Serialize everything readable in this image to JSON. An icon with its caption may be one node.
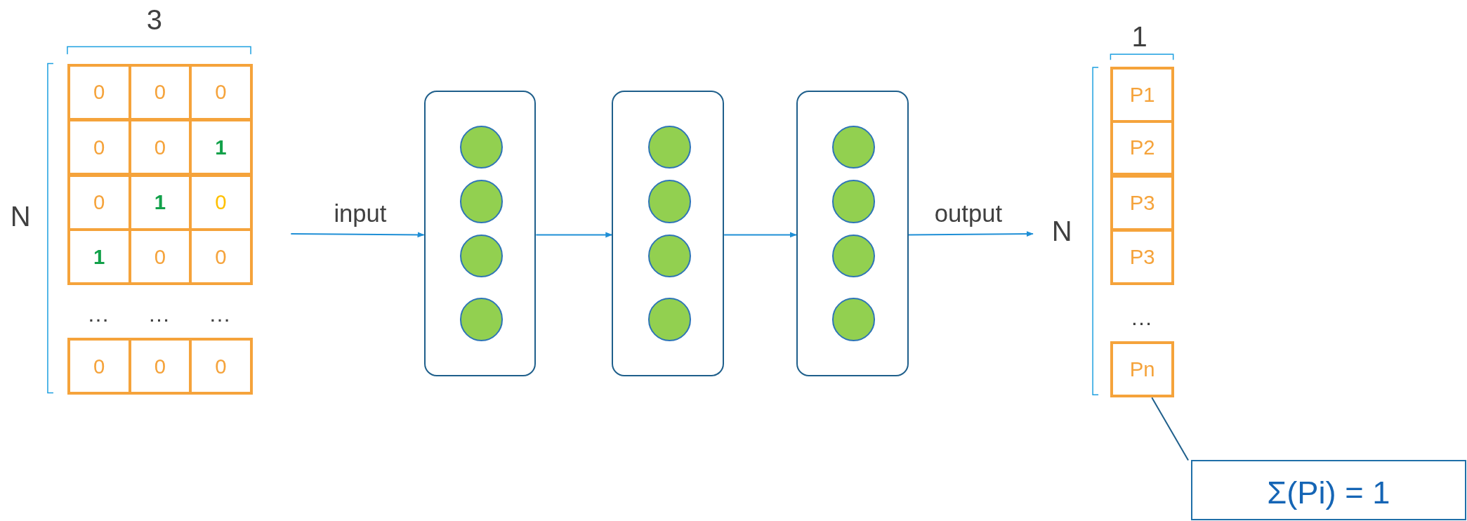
{
  "diagram": {
    "nodes": [
      {
        "text": [
          "0"
        ]
      },
      {
        "text": [
          "0"
        ]
      },
      {
        "text": [
          "0"
        ]
      },
      {
        "text": [
          "0"
        ]
      },
      {
        "text": [
          "0"
        ]
      },
      {
        "text": [
          "1"
        ]
      },
      {
        "text": [
          "0"
        ]
      },
      {
        "text": [
          "1"
        ]
      },
      {
        "text": [
          "0"
        ]
      },
      {
        "text": [
          "1"
        ]
      },
      {
        "text": [
          "0"
        ]
      },
      {
        "text": [
          "0"
        ]
      },
      {
        "text": [
          "0"
        ]
      },
      {
        "text": [
          "0"
        ]
      },
      {
        "text": [
          "0"
        ]
      },
      {
        "text": [],
        "shape": "box"
      },
      {
        "text": [],
        "shape": "circle",
        "in": 15
      },
      {
        "text": [],
        "shape": "circle",
        "in": 15
      },
      {
        "text": [],
        "shape": "circle",
        "in": 15
      },
      {
        "text": [],
        "shape": "circle",
        "in": 15
      },
      {
        "text": [],
        "shape": "box"
      },
      {
        "text": [],
        "shape": "circle",
        "in": 20
      },
      {
        "text": [],
        "shape": "circle",
        "in": 20
      },
      {
        "text": [],
        "shape": "circle",
        "in": 20
      },
      {
        "text": [],
        "shape": "circle",
        "in": 20
      },
      {
        "text": [],
        "shape": "box"
      },
      {
        "text": [],
        "shape": "circle",
        "in": 25
      },
      {
        "text": [],
        "shape": "circle",
        "in": 25
      },
      {
        "text": [],
        "shape": "circle",
        "in": 25
      },
      {
        "text": [],
        "shape": "circle",
        "in": 25
      },
      {
        "text": [
          "P1"
        ]
      },
      {
        "text": [
          "P2"
        ]
      },
      {
        "text": [
          "P3"
        ]
      },
      {
        "text": [
          "P3"
        ]
      },
      {
        "text": [
          "Pn"
        ]
      },
      {
        "text": [
          "Σ(Pi) = 1"
        ]
      },
      {
        "text": [
          "N"
        ]
      }
    ],
    "edges": [
      {
        "from": null,
        "to": 15,
        "arrow": "to",
        "label": "input"
      },
      {
        "from": 15,
        "to": 20,
        "arrow": "to"
      },
      {
        "from": 20,
        "to": 25,
        "arrow": "to"
      },
      {
        "from": 25,
        "to": 36,
        "arrow": "to",
        "label": "output"
      },
      {
        "from": 35,
        "to": 34,
        "arrow": "none"
      }
    ],
    "labels": [
      "3",
      "N",
      "…",
      "…",
      "…",
      "1",
      "…"
    ]
  }
}
